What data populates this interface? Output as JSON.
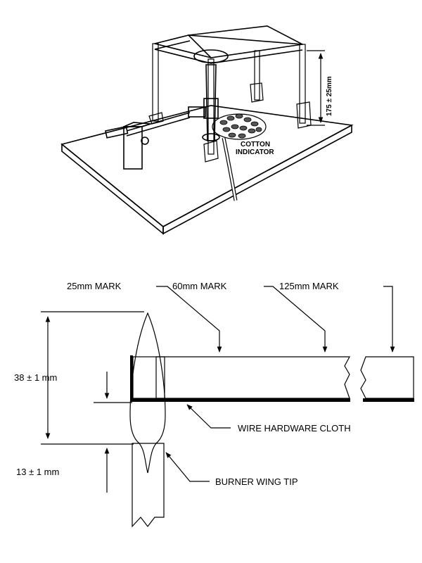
{
  "apparatus": {
    "height_dimension": "175 ± 25mm",
    "cotton_label_line1": "COTTON",
    "cotton_label_line2": "INDICATOR"
  },
  "section": {
    "mark_25": "25mm MARK",
    "mark_60": "60mm MARK",
    "mark_125": "125mm MARK",
    "dim_38": "38 ± 1 mm",
    "dim_13": "13 ± 1 mm",
    "wire_label": "WIRE HARDWARE CLOTH",
    "burner_label": "BURNER WING TIP"
  },
  "colors": {
    "flame": "#ffff00",
    "specimen": "#ff00ff",
    "burner": "#00ffff",
    "wire_cloth": "#000000"
  }
}
